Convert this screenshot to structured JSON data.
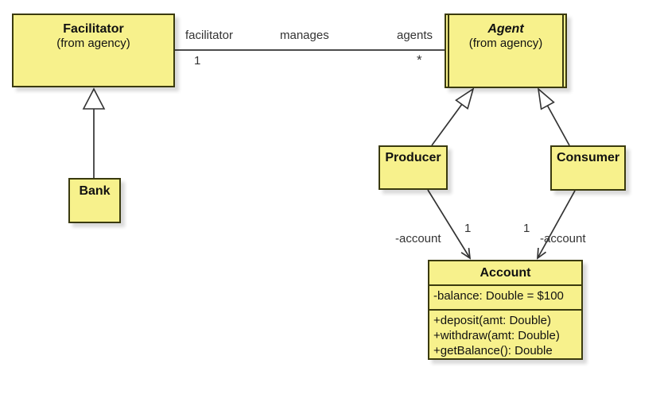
{
  "colors": {
    "class_fill": "#f7f18c",
    "class_border": "#3a3a0e",
    "line": "#333333",
    "text": "#111111",
    "label_text": "#333333",
    "background": "#ffffff"
  },
  "classes": [
    {
      "name": "Facilitator",
      "package": "(from agency)"
    },
    {
      "name": "Agent",
      "package": "(from agency)"
    },
    {
      "name": "Bank"
    },
    {
      "name": "Producer"
    },
    {
      "name": "Consumer"
    },
    {
      "name": "Account",
      "attributes": [
        "-balance: Double = $100"
      ],
      "operations": [
        "+deposit(amt: Double)",
        "+withdraw(amt: Double)",
        "+getBalance(): Double"
      ]
    }
  ],
  "relationships": {
    "manages": {
      "name": "manages",
      "facilitator_role": "facilitator",
      "facilitator_multiplicity": "1",
      "agents_role": "agents",
      "agents_multiplicity": "*"
    },
    "producer_account": {
      "role": "-account",
      "multiplicity": "1"
    },
    "consumer_account": {
      "role": "-account",
      "multiplicity": "1"
    }
  }
}
